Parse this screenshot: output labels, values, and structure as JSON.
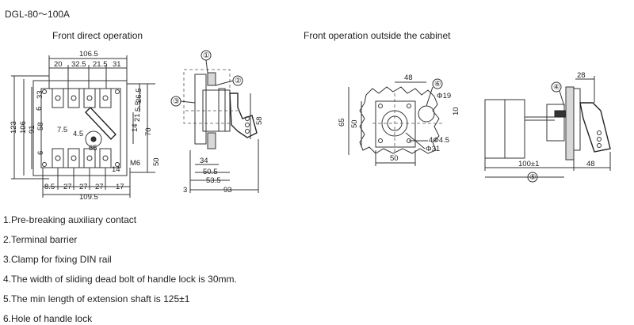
{
  "title": "DGL-80～100A",
  "captions": {
    "front_direct": "Front direct operation",
    "front_outside": "Front operation outside the cabinet"
  },
  "notes": [
    "1.Pre-breaking auxiliary contact",
    "2.Terminal barrier",
    "3.Clamp for fixing DIN rail",
    "4.The width of sliding dead bolt of handle lock is 30mm.",
    "5.The min length of extension shaft is 125±1",
    "6.Hole of handle lock"
  ],
  "dims": {
    "front": {
      "overall_width": "106.5",
      "top_segments": [
        "20",
        "32.5",
        "21.5",
        "31"
      ],
      "bottom_width": "109.5",
      "bottom_segments": [
        "8.5",
        "27",
        "27",
        "27",
        "17"
      ],
      "left_heights": [
        "123",
        "106",
        "91",
        "58",
        "33",
        "6",
        "7.5",
        "6"
      ],
      "right_heights": [
        "26.5",
        "5.5",
        "21",
        "14",
        "70",
        "50",
        "14"
      ],
      "small": [
        "4.5",
        "65",
        "M6"
      ]
    },
    "side": {
      "heights": [
        "58"
      ],
      "widths": [
        "34",
        "50.5",
        "53.5",
        "93",
        "3"
      ]
    },
    "cutout": {
      "labels": [
        "48",
        "Φ19",
        "10",
        "65",
        "50",
        "4Φ4.5",
        "Φ31",
        "50"
      ]
    },
    "outside": {
      "labels": [
        "28",
        "100±1",
        "48"
      ]
    },
    "callouts": [
      "①",
      "②",
      "③",
      "④",
      "⑤",
      "⑥"
    ]
  }
}
